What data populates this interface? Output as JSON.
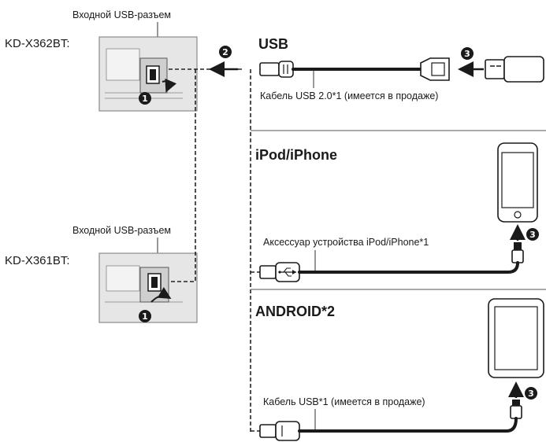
{
  "labels": {
    "model_top": "KD-X362BT:",
    "model_bottom": "KD-X361BT:",
    "usb_input_top": "Входной USB-разъем",
    "usb_input_bottom": "Входной USB-разъем",
    "usb_section": "USB",
    "ipod_section": "iPod/iPhone",
    "android_section": "ANDROID*2",
    "usb_cable_caption": "Кабель USB 2.0*1 (имеется в продаже)",
    "ipod_cable_caption": "Аксессуар устройства iPod/iPhone*1",
    "android_cable_caption": "Кабель USB*1 (имеется в продаже)"
  },
  "steps": {
    "open_panel_top": "1",
    "open_panel_bottom": "1",
    "connect_cable": "2",
    "connect_usb_device": "3",
    "connect_ipod": "3",
    "connect_android": "3"
  },
  "icons": {
    "usb_symbol": "usb-trident-icon",
    "flash_drive": "usb-flash-drive-icon",
    "phone": "iphone-icon",
    "tablet": "android-tablet-icon"
  }
}
